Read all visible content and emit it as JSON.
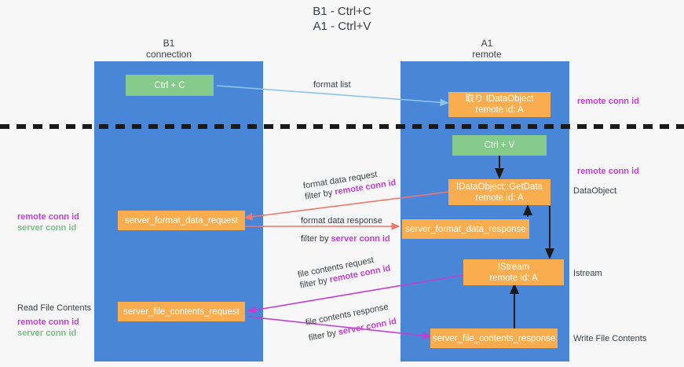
{
  "title": {
    "line1": "B1 - Ctrl+C",
    "line2": "A1 - Ctrl+V"
  },
  "columns": [
    {
      "name": "B1",
      "sub": "connection"
    },
    {
      "name": "A1",
      "sub": "remote"
    }
  ],
  "nodes": {
    "ctrl_c": {
      "line1": "Ctrl + C",
      "color": "#84cb8b"
    },
    "idataobject": {
      "line1": "取り IDataObject",
      "line2": "remote id: A",
      "color": "#f9ad4e"
    },
    "ctrl_v": {
      "line1": "Ctrl + V",
      "color": "#84cb8b"
    },
    "getdata": {
      "line1": "IDataObject::GetData",
      "line2": "remote id: A",
      "color": "#f9ad4e"
    },
    "server_format_data_request": {
      "line1": "server_format_data_request",
      "color": "#f9ad4e"
    },
    "server_format_data_response": {
      "line1": "server_format_data_response",
      "color": "#f9ad4e"
    },
    "istream": {
      "line1": "IStream",
      "line2": "remote id: A",
      "color": "#f9ad4e"
    },
    "server_file_contents_request": {
      "line1": "server_file_contents_request",
      "color": "#f9ad4e"
    },
    "server_file_contents_response": {
      "line1": "server_file_contents_response",
      "color": "#f9ad4e"
    }
  },
  "flows": {
    "format_list": "format list",
    "format_data_request": "format data request",
    "format_data_request_filter_prefix": "filter by ",
    "format_data_request_filter_key": "remote conn id",
    "format_data_response": "format data response",
    "format_data_response_filter_prefix": "filter by ",
    "format_data_response_filter_key": "server conn id",
    "file_contents_request": "file contents request",
    "file_contents_request_filter_prefix": "filter by ",
    "file_contents_request_filter_key": "remote conn id",
    "file_contents_response": "file contents response",
    "file_contents_response_filter_prefix": "filter by ",
    "file_contents_response_filter_key": "server conn id"
  },
  "right_labels": {
    "remote_conn_id_top": "remote conn id",
    "remote_conn_id_mid": "remote conn id",
    "dataobject": "DataObject",
    "istream": "Istream",
    "write_file_contents": "Write File Contents"
  },
  "left_labels": {
    "remote_conn_id": "remote conn id",
    "server_conn_id": "server conn id",
    "read_file_contents": "Read File Contents",
    "remote_conn_id_2": "remote conn id",
    "server_conn_id_2": "server conn id"
  },
  "colors": {
    "column": "#4a86d8",
    "green_node": "#84cb8b",
    "orange_node": "#f9ad4e",
    "purple": "#c13fd6",
    "green_text": "#7cbf86",
    "arrow_light_blue": "#8fc4ea",
    "arrow_red": "#f1776b",
    "arrow_magenta": "#c13fd6",
    "arrow_black": "#1a1a1a",
    "background": "#f7f7f7"
  }
}
